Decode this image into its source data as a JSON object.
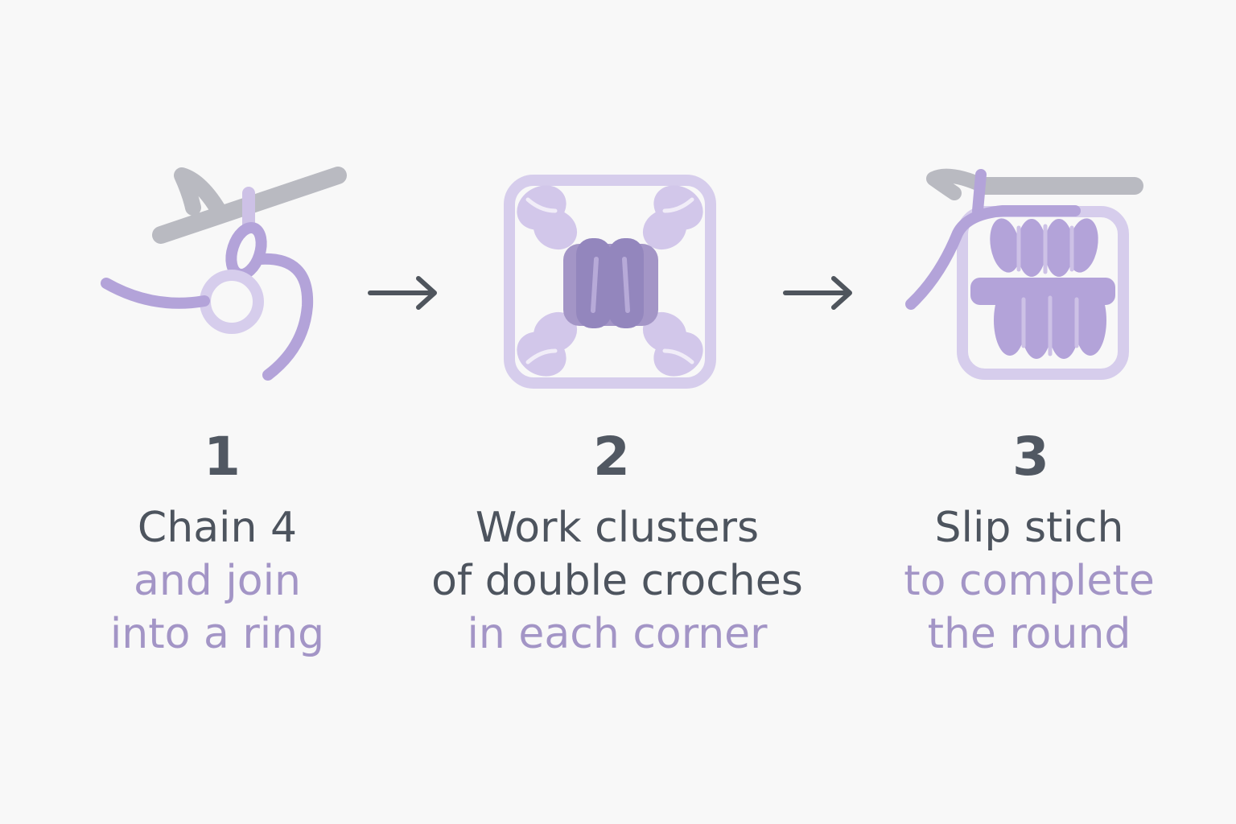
{
  "colors": {
    "dark_text": "#4d545e",
    "accent_purple": "#a395c6",
    "yarn_light": "#cdc1e6",
    "yarn_mid": "#b3a3d9",
    "yarn_dark": "#8a7bb4",
    "hook_gray": "#b9bac1",
    "arrow": "#4f555d",
    "background": "#f8f8f8"
  },
  "steps": [
    {
      "number": "1",
      "icon": "chain-ring-hook-icon",
      "lines": [
        {
          "text": "Chain 4",
          "tone": "dark"
        },
        {
          "text": "and join",
          "tone": "purple"
        },
        {
          "text": "into a ring",
          "tone": "purple"
        }
      ]
    },
    {
      "number": "2",
      "icon": "granny-square-clusters-icon",
      "lines": [
        {
          "text": "Work clusters",
          "tone": "dark"
        },
        {
          "text": "of double croches",
          "tone": "dark"
        },
        {
          "text": "in each corner",
          "tone": "purple"
        }
      ]
    },
    {
      "number": "3",
      "icon": "slip-stitch-hook-square-icon",
      "lines": [
        {
          "text": "Slip stich",
          "tone": "dark"
        },
        {
          "text": "to complete",
          "tone": "purple"
        },
        {
          "text": "the round",
          "tone": "purple"
        }
      ]
    }
  ],
  "arrows": [
    "right-arrow-icon",
    "right-arrow-icon"
  ]
}
